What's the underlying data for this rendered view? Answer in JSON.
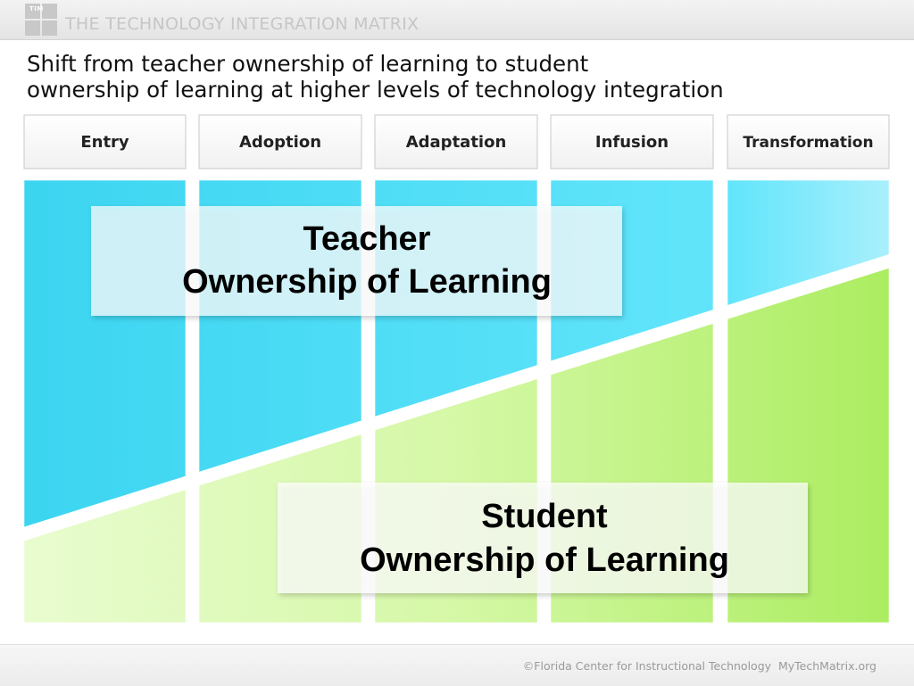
{
  "header": {
    "logo_text": "TIM",
    "title": "THE TECHNOLOGY INTEGRATION MATRIX"
  },
  "subtitle": {
    "line1": "Shift from teacher ownership of learning to student",
    "line2": "ownership of learning at higher levels of technology integration"
  },
  "columns": [
    "Entry",
    "Adoption",
    "Adaptation",
    "Infusion",
    "Transformation"
  ],
  "teacher_box": {
    "line1": "Teacher",
    "line2": "Ownership of Learning"
  },
  "student_box": {
    "line1": "Student",
    "line2": "Ownership of Learning"
  },
  "colors": {
    "teacher": "#3fd7f2",
    "student": "#b6ef6e"
  },
  "footer": {
    "copyright": "©Florida Center for Instructional Technology",
    "site": "MyTechMatrix.org"
  }
}
